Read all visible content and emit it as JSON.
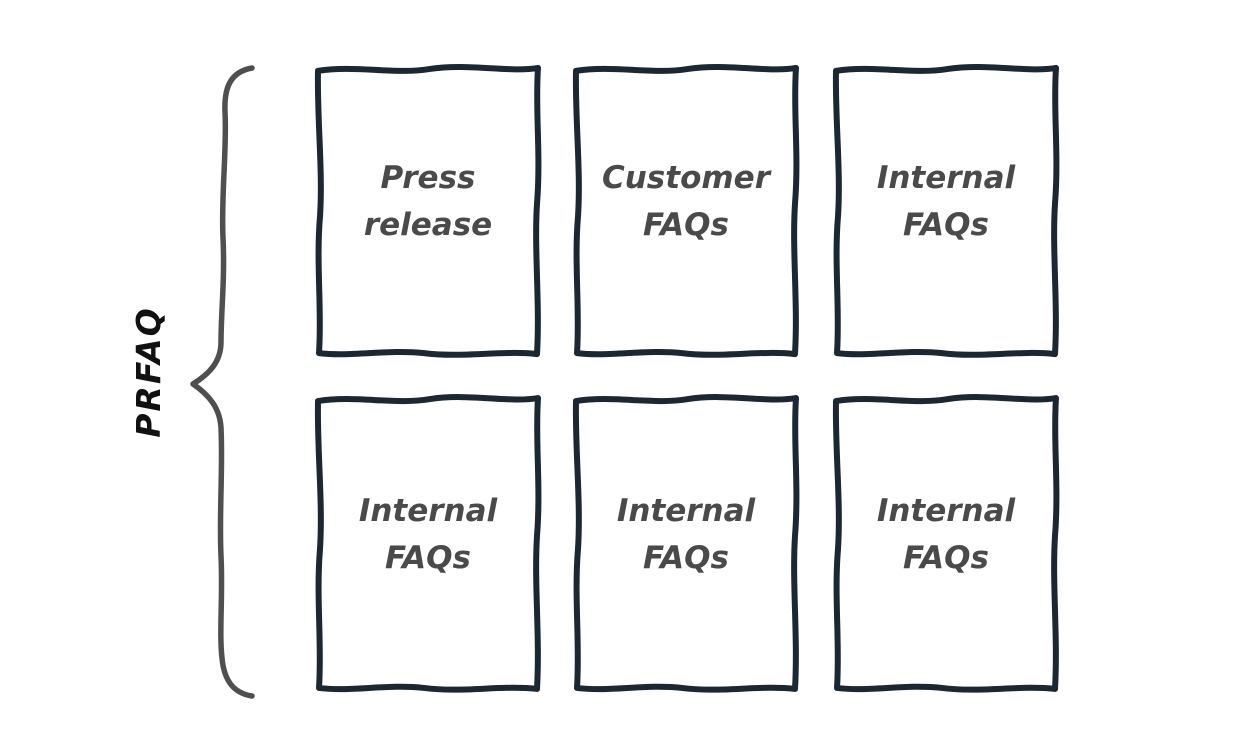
{
  "diagram": {
    "title_hint": "PRFAQ document structure sketch",
    "brace_label": "PRFAQ",
    "colors": {
      "background": "#ffffff",
      "box_border": "#1b2733",
      "card_text": "#4a4a4a",
      "brace_stroke": "#4f4f4f",
      "brace_label_text": "#111111"
    },
    "grid": {
      "rows": 2,
      "columns": 3,
      "cards": [
        {
          "label": "Press release"
        },
        {
          "label": "Customer FAQs"
        },
        {
          "label": "Internal FAQs"
        },
        {
          "label": "Internal FAQs"
        },
        {
          "label": "Internal FAQs"
        },
        {
          "label": "Internal FAQs"
        }
      ]
    }
  }
}
